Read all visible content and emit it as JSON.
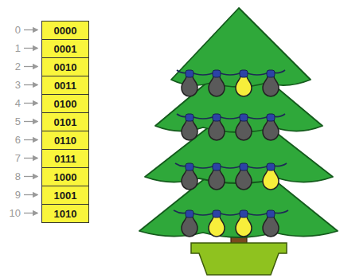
{
  "diagram": {
    "nodes": [
      {
        "text": [
          "0000"
        ]
      },
      {
        "text": [
          "0001"
        ]
      },
      {
        "text": [
          "0010"
        ]
      },
      {
        "text": [
          "0011"
        ]
      },
      {
        "text": [
          "0100"
        ]
      },
      {
        "text": [
          "0101"
        ]
      },
      {
        "text": [
          "0110"
        ]
      },
      {
        "text": [
          "0111"
        ]
      },
      {
        "text": [
          "1000"
        ]
      },
      {
        "text": [
          "1001"
        ]
      },
      {
        "text": [
          "1010"
        ]
      }
    ],
    "labels": [
      "0",
      "1",
      "2",
      "3",
      "4",
      "5",
      "6",
      "7",
      "8",
      "9",
      "10"
    ]
  }
}
